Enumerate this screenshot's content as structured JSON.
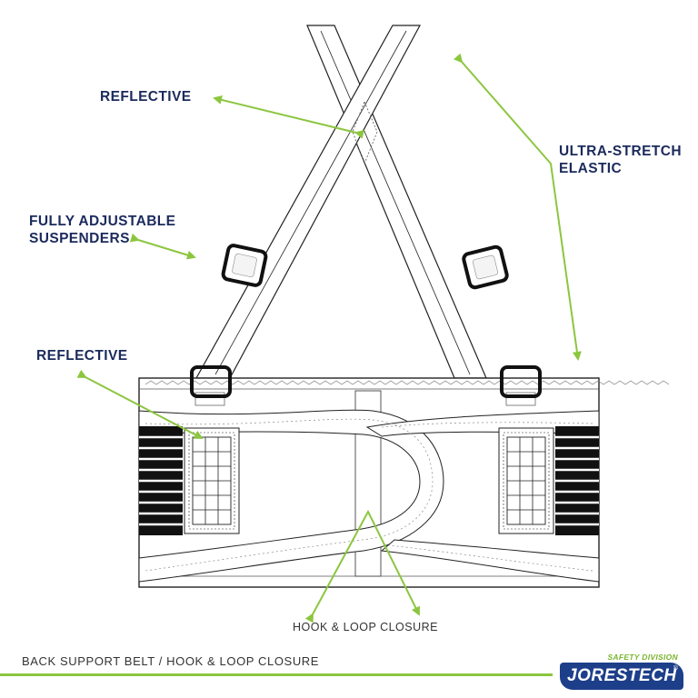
{
  "callouts": {
    "reflective_top": "REFLECTIVE",
    "suspenders_line1": "FULLY ADJUSTABLE",
    "suspenders_line2": "SUSPENDERS",
    "elastic_line1": "ULTRA-STRETCH",
    "elastic_line2": "ELASTIC",
    "reflective_left": "REFLECTIVE",
    "closure": "HOOK & LOOP CLOSURE"
  },
  "footer": {
    "caption": "BACK  SUPPORT  BELT /  HOOK & LOOP CLOSURE"
  },
  "brand": {
    "division": "SAFETY DIVISION",
    "name": "JORESTECH",
    "registered": "®"
  },
  "colors": {
    "accent_green": "#8cc63f",
    "label_navy": "#1b2a5c",
    "brand_blue": "#1d3f8a",
    "outline": "#222222"
  }
}
